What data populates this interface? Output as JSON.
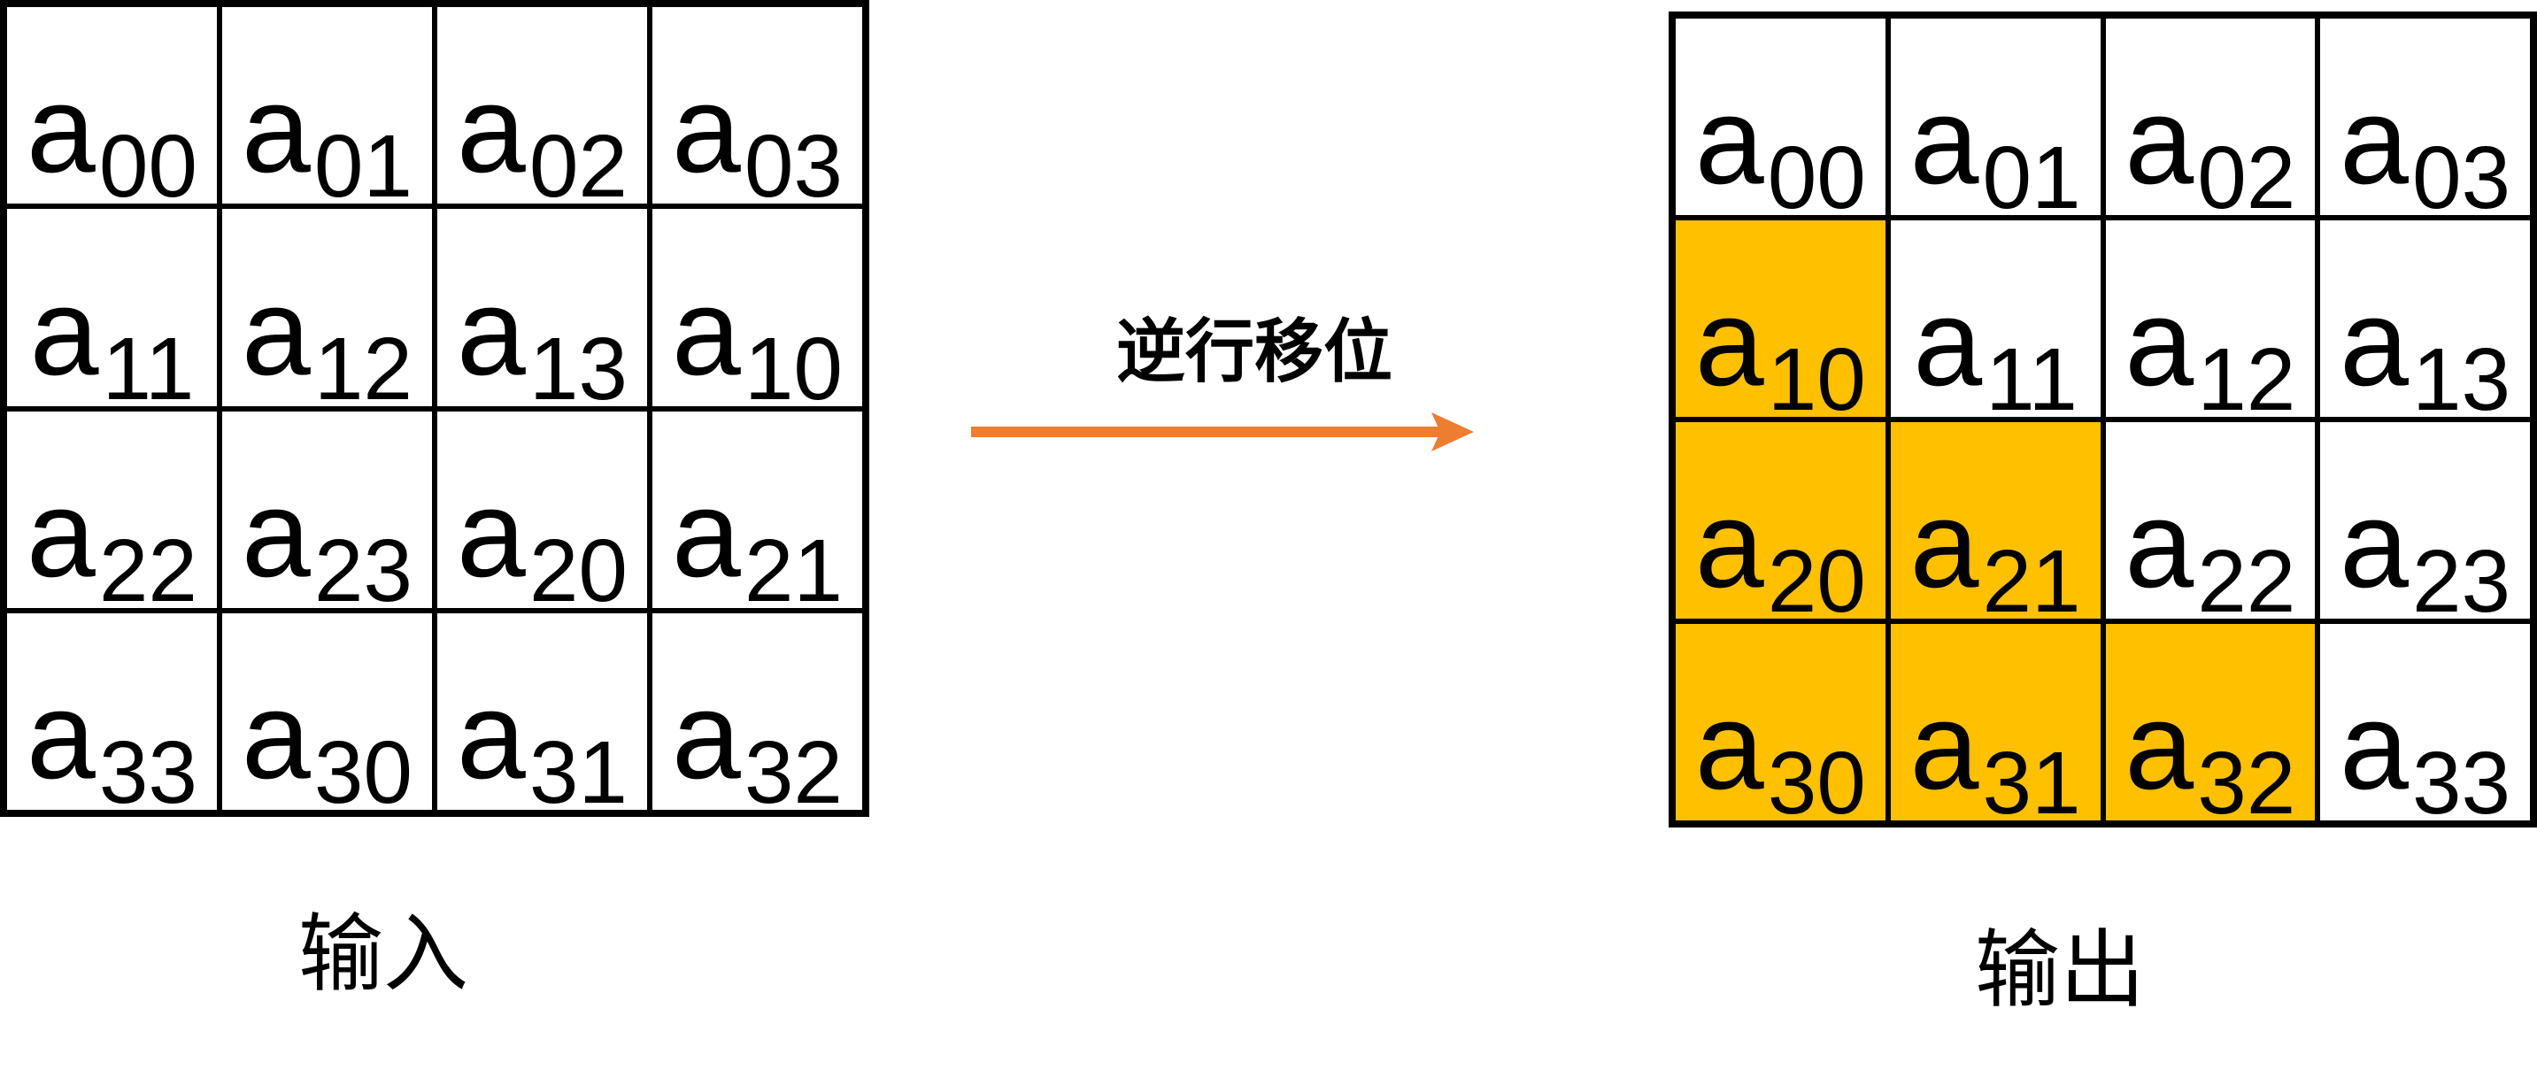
{
  "title": "逆行移位",
  "input_label": "输入",
  "output_label": "输出",
  "arrow_color": "#ED7D31",
  "highlight_color": "#FFC000",
  "input_grid": [
    [
      "00",
      "01",
      "02",
      "03"
    ],
    [
      "11",
      "12",
      "13",
      "10"
    ],
    [
      "22",
      "23",
      "20",
      "21"
    ],
    [
      "33",
      "30",
      "31",
      "32"
    ]
  ],
  "output_grid": [
    [
      "00",
      "01",
      "02",
      "03"
    ],
    [
      "10",
      "11",
      "12",
      "13"
    ],
    [
      "20",
      "21",
      "22",
      "23"
    ],
    [
      "30",
      "31",
      "32",
      "33"
    ]
  ],
  "output_highlighted": [
    [
      false,
      false,
      false,
      false
    ],
    [
      true,
      false,
      false,
      false
    ],
    [
      true,
      true,
      false,
      false
    ],
    [
      true,
      true,
      true,
      false
    ]
  ],
  "base_letter": "a"
}
